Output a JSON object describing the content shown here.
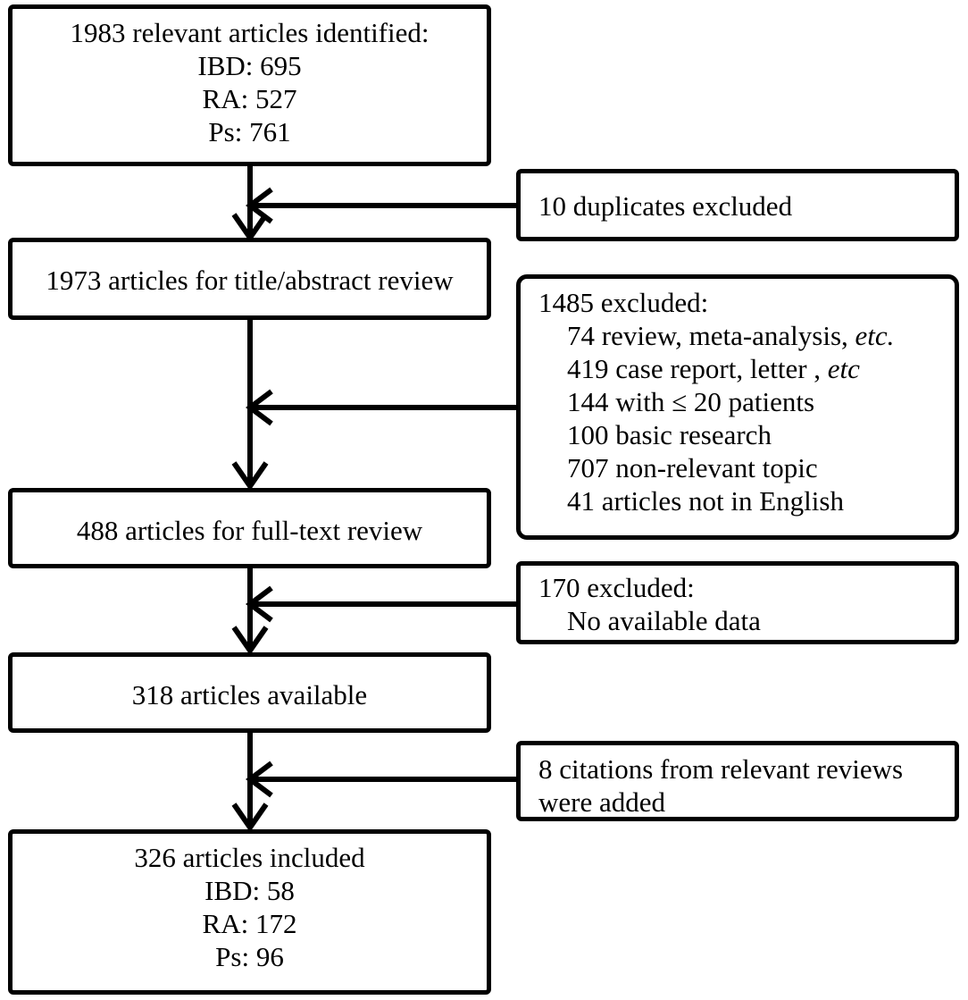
{
  "colors": {
    "stroke": "#000000",
    "background": "#ffffff"
  },
  "main": {
    "box1": {
      "lines": [
        "1983 relevant articles identified:",
        "IBD: 695",
        "RA: 527",
        "Ps: 761"
      ]
    },
    "box2": {
      "text": "1973 articles for title/abstract review"
    },
    "box3": {
      "text": "488 articles for full-text review"
    },
    "box4": {
      "text": "318 articles available"
    },
    "box5": {
      "lines": [
        "326 articles included",
        "IBD: 58",
        "RA: 172",
        "Ps: 96"
      ]
    }
  },
  "side": {
    "dup": {
      "text": "10 duplicates excluded"
    },
    "excl1": {
      "title": "1485 excluded:",
      "items": [
        {
          "text": "74 review, meta-analysis, ",
          "em": "etc."
        },
        {
          "text": "419 case report, letter , ",
          "em": "etc"
        },
        {
          "text": "144 with ≤ 20 patients",
          "em": ""
        },
        {
          "text": "100 basic research",
          "em": ""
        },
        {
          "text": "707 non-relevant topic",
          "em": ""
        },
        {
          "text": "41 articles not in English",
          "em": ""
        }
      ]
    },
    "excl2": {
      "title": "170 excluded:",
      "item": "No available data"
    },
    "added": {
      "lines": [
        "8 citations from relevant reviews",
        "were added"
      ]
    }
  }
}
